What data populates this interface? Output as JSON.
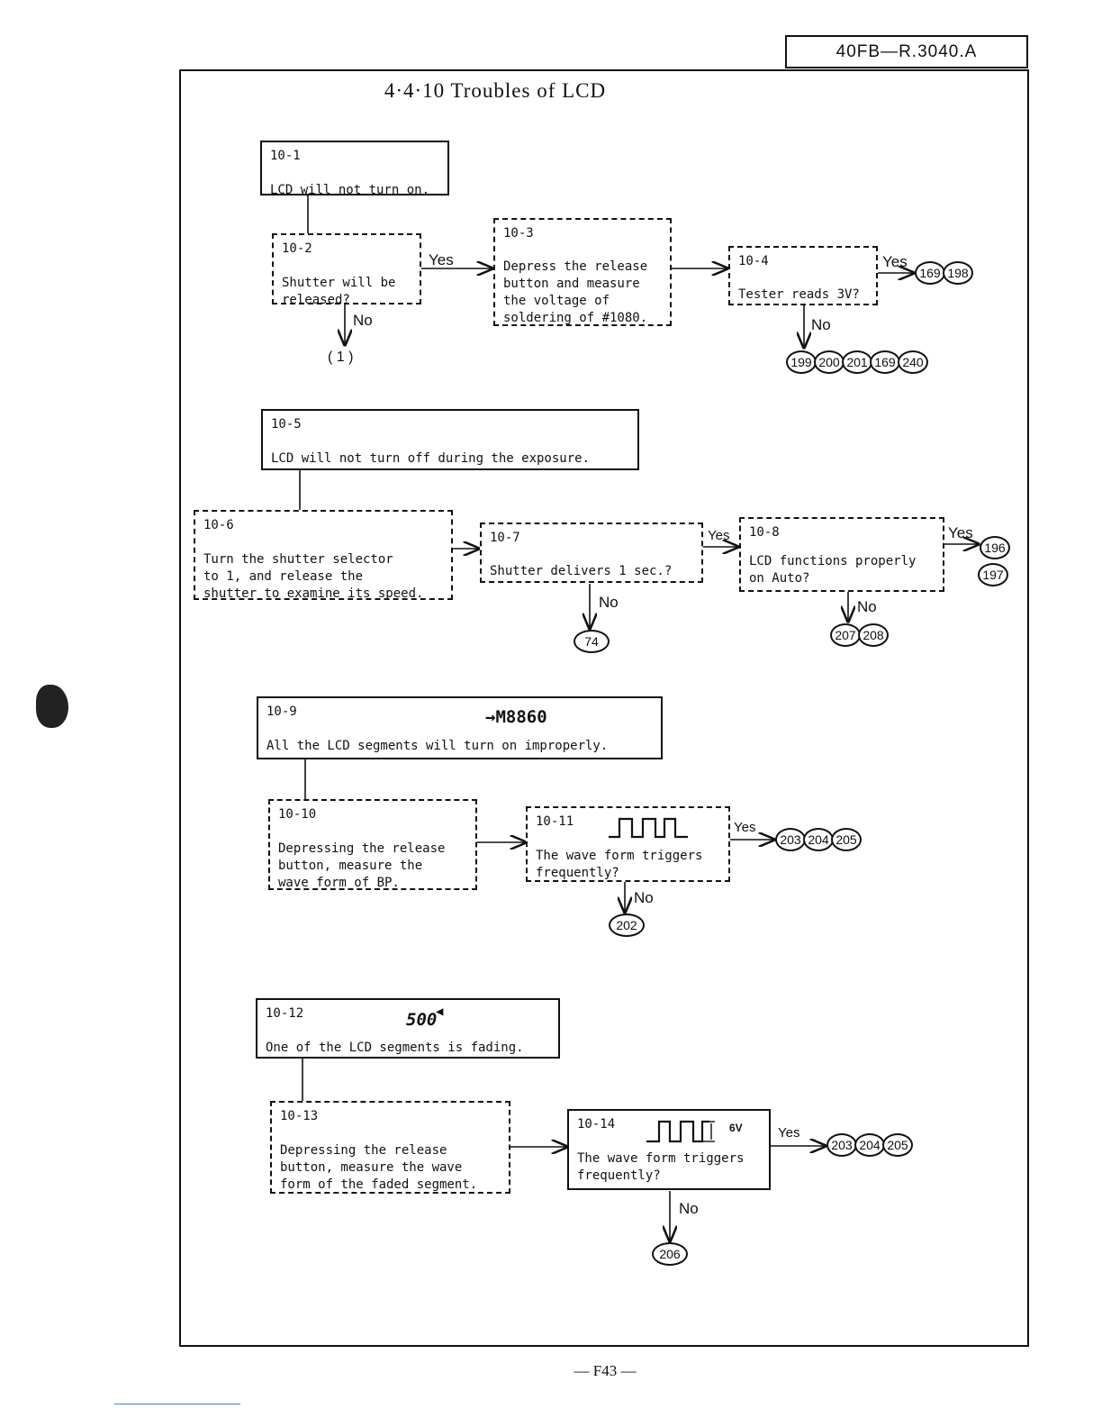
{
  "header": {
    "doc_number": "40FB—R.3040.A"
  },
  "title": "4·4·10   Troubles of LCD",
  "labels": {
    "yes": "Yes",
    "no": "No"
  },
  "boxes": {
    "b10_1": {
      "id": "10-1",
      "text": "LCD will not turn on."
    },
    "b10_2": {
      "id": "10-2",
      "text": "Shutter will be\nreleased?"
    },
    "b10_3": {
      "id": "10-3",
      "text": "Depress the release\nbutton and measure\nthe voltage of\nsoldering of #1080."
    },
    "b10_4": {
      "id": "10-4",
      "text": "Tester reads 3V?"
    },
    "b10_5": {
      "id": "10-5",
      "text": "LCD will not turn off during the exposure."
    },
    "b10_6": {
      "id": "10-6",
      "text": "Turn the shutter selector\nto 1, and release the\nshutter to examine its speed."
    },
    "b10_7": {
      "id": "10-7",
      "text": "Shutter delivers 1 sec.?"
    },
    "b10_8": {
      "id": "10-8",
      "text": "LCD functions properly\non Auto?"
    },
    "b10_9": {
      "id": "10-9",
      "text": "All the LCD segments will turn on improperly.",
      "lcd": "→M8860"
    },
    "b10_10": {
      "id": "10-10",
      "text": "Depressing the release\nbutton, measure the\nwave form of BP."
    },
    "b10_11": {
      "id": "10-11",
      "text": "The wave form triggers\nfrequently?"
    },
    "b10_12": {
      "id": "10-12",
      "text": "One of the LCD segments is fading.",
      "lcd": "500"
    },
    "b10_13": {
      "id": "10-13",
      "text": "Depressing the release\nbutton, measure the wave\nform of the faded segment."
    },
    "b10_14": {
      "id": "10-14",
      "text": "The wave form triggers\nfrequently?",
      "voltage": "6V"
    }
  },
  "refs": {
    "r10_2_no": "( 1 )",
    "r10_4_yes": [
      "169",
      "198"
    ],
    "r10_4_no": [
      "199",
      "200",
      "201",
      "169",
      "240"
    ],
    "r10_7_no": [
      "74"
    ],
    "r10_8_yes": [
      "196",
      "197"
    ],
    "r10_8_no": [
      "207",
      "208"
    ],
    "r10_11_yes": [
      "203",
      "204",
      "205"
    ],
    "r10_11_no": [
      "202"
    ],
    "r10_14_yes": [
      "203",
      "204",
      "205"
    ],
    "r10_14_no": [
      "206"
    ]
  },
  "footer": {
    "page": "—  F43 —"
  }
}
